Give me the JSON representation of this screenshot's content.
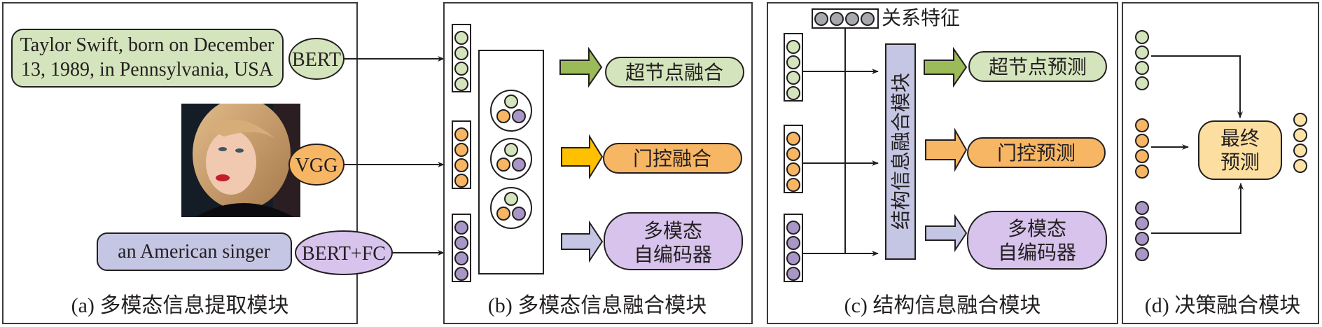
{
  "colors": {
    "green": "#d4e4bc",
    "orange": "#f6b664",
    "purple": "#a897c6",
    "light_purple": "#d7c3ec",
    "lavender": "#c5c6e3",
    "grey": "#a7a9ac",
    "yellow_box": "#fbdea0",
    "yellow_node": "#fde3a7",
    "arrow_green": "#9bbb59",
    "arrow_yellow": "#ffc000",
    "arrow_orange": "#f6b664",
    "arrow_lavender": "#c5c6e3"
  },
  "panel_a": {
    "caption": "(a) 多模态信息提取模块",
    "text_input_line1": "Taylor Swift, born on December",
    "text_input_line2": "13, 1989, in Pennsylvania, USA",
    "text_encoder": "BERT",
    "image_encoder": "VGG",
    "image_alt": "portrait photo",
    "attribute_input": "an American singer",
    "attribute_encoder": "BERT+FC"
  },
  "panel_b": {
    "caption": "(b) 多模态信息融合模块",
    "outputs": [
      {
        "label_lines": [
          "超节点融合"
        ]
      },
      {
        "label_lines": [
          "门控融合"
        ]
      },
      {
        "label_lines": [
          "多模态",
          "自编码器"
        ]
      }
    ]
  },
  "panel_c": {
    "caption": "(c) 结构信息融合模块",
    "relation_feature": "关系特征",
    "fusion_module": "结构信息融合模块",
    "outputs": [
      {
        "label_lines": [
          "超节点预测"
        ]
      },
      {
        "label_lines": [
          "门控预测"
        ]
      },
      {
        "label_lines": [
          "多模态",
          "自编码器"
        ]
      }
    ]
  },
  "panel_d": {
    "caption": "(d) 决策融合模块",
    "final_line1": "最终",
    "final_line2": "预测"
  }
}
